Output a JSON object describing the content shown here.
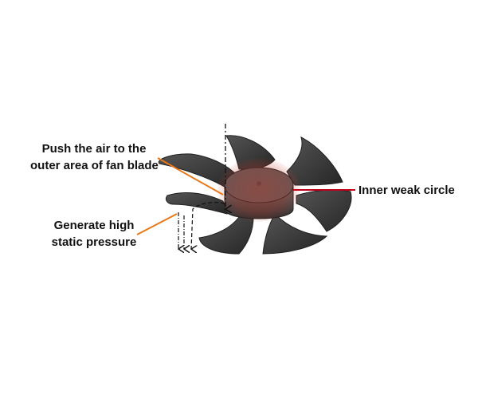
{
  "labels": {
    "push_line1": "Push the air to the",
    "push_line2": "outer area of fan blade",
    "pressure_line1": "Generate high",
    "pressure_line2": "static pressure",
    "inner_circle": "Inner weak circle"
  },
  "colors": {
    "background": "#ffffff",
    "blade": "#3a3a3a",
    "blade_edge": "#1f1f1f",
    "hub": "#4a4a4a",
    "weak_circle": "#c0392b",
    "leader_orange": "#e8781a",
    "leader_red": "#c0001a",
    "arrow": "#111111"
  },
  "icons": {
    "fan": "fan-impeller-icon",
    "airflow": "dashed-arrow-icon"
  }
}
